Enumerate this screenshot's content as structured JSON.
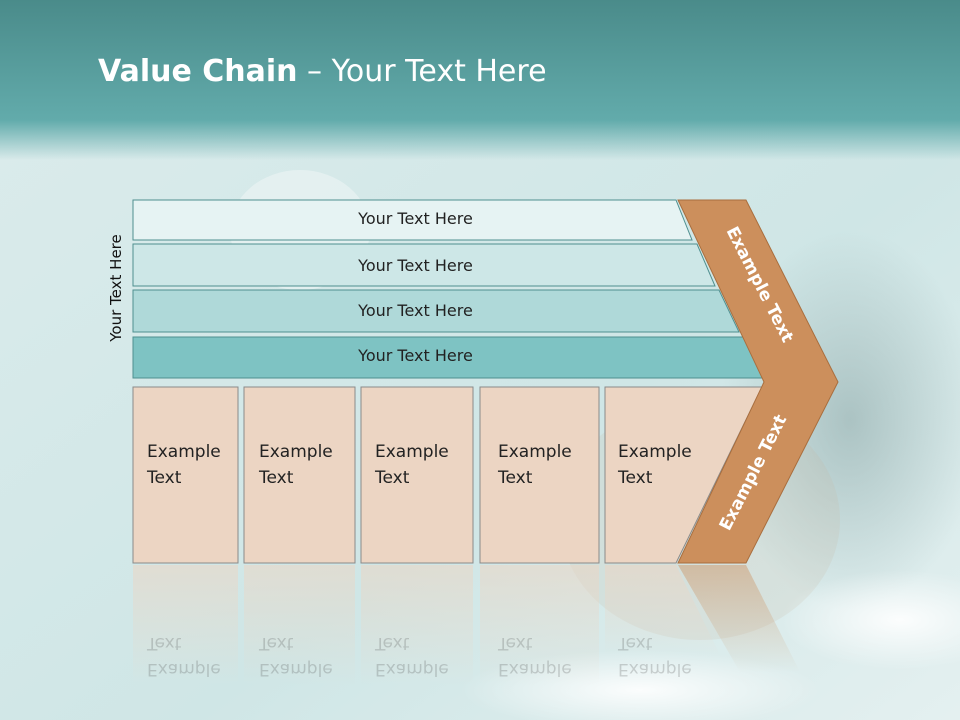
{
  "slide": {
    "title_bold": "Value Chain",
    "title_rest": " – Your Text Here",
    "side_label": "Your Text Here"
  },
  "rows": [
    {
      "label": "Your Text Here",
      "fill": "#e6f3f3"
    },
    {
      "label": "Your Text Here",
      "fill": "#cde7e7"
    },
    {
      "label": "Your Text Here",
      "fill": "#afd9d9"
    },
    {
      "label": "Your Text Here",
      "fill": "#7ec3c3"
    }
  ],
  "boxes": [
    {
      "line1": "Example",
      "line2": "Text"
    },
    {
      "line1": "Example",
      "line2": "Text"
    },
    {
      "line1": "Example",
      "line2": "Text"
    },
    {
      "line1": "Example",
      "line2": "Text"
    },
    {
      "line1": "Example",
      "line2": "Text"
    }
  ],
  "chevron": {
    "upper_text": "Example Text",
    "lower_text": "Example Text",
    "color": "#cc8f5c",
    "box_color": "#ecd5c3"
  },
  "colors": {
    "header_top": "#4a8b8a",
    "header_mid": "#62abab",
    "border": "#4f8f8f"
  }
}
